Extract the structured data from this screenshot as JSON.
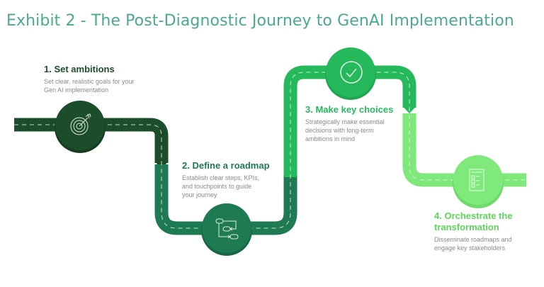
{
  "title": "Exhibit 2 - The Post-Diagnostic Journey to GenAI Implementation",
  "colors": {
    "title": "#4aa98f",
    "stage1": "#1c4d2a",
    "stage2": "#1e7a52",
    "stage3": "#26b95c",
    "stage4": "#7ee87a",
    "body_text": "#8a8a8a",
    "dash": "#e8f3ea"
  },
  "steps": [
    {
      "heading": "1. Set ambitions",
      "description": "Set clear, realistic goals for your Gen AI implementation",
      "icon": "target-icon",
      "color": "#1c4d2a"
    },
    {
      "heading": "2. Define a roadmap",
      "description": "Establish clear steps, KPIs, and touchpoints to guide your journey",
      "icon": "flowchart-icon",
      "color": "#1e7a52"
    },
    {
      "heading": "3. Make key choices",
      "description": "Strategically make essential decisions with long-term ambitions in mind",
      "icon": "checkmark-icon",
      "color": "#26b95c"
    },
    {
      "heading": "4. Orchestrate the transformation",
      "description": "Disseminate roadmaps and engage key stakeholders",
      "icon": "checklist-icon",
      "color": "#5ed45a"
    }
  ]
}
